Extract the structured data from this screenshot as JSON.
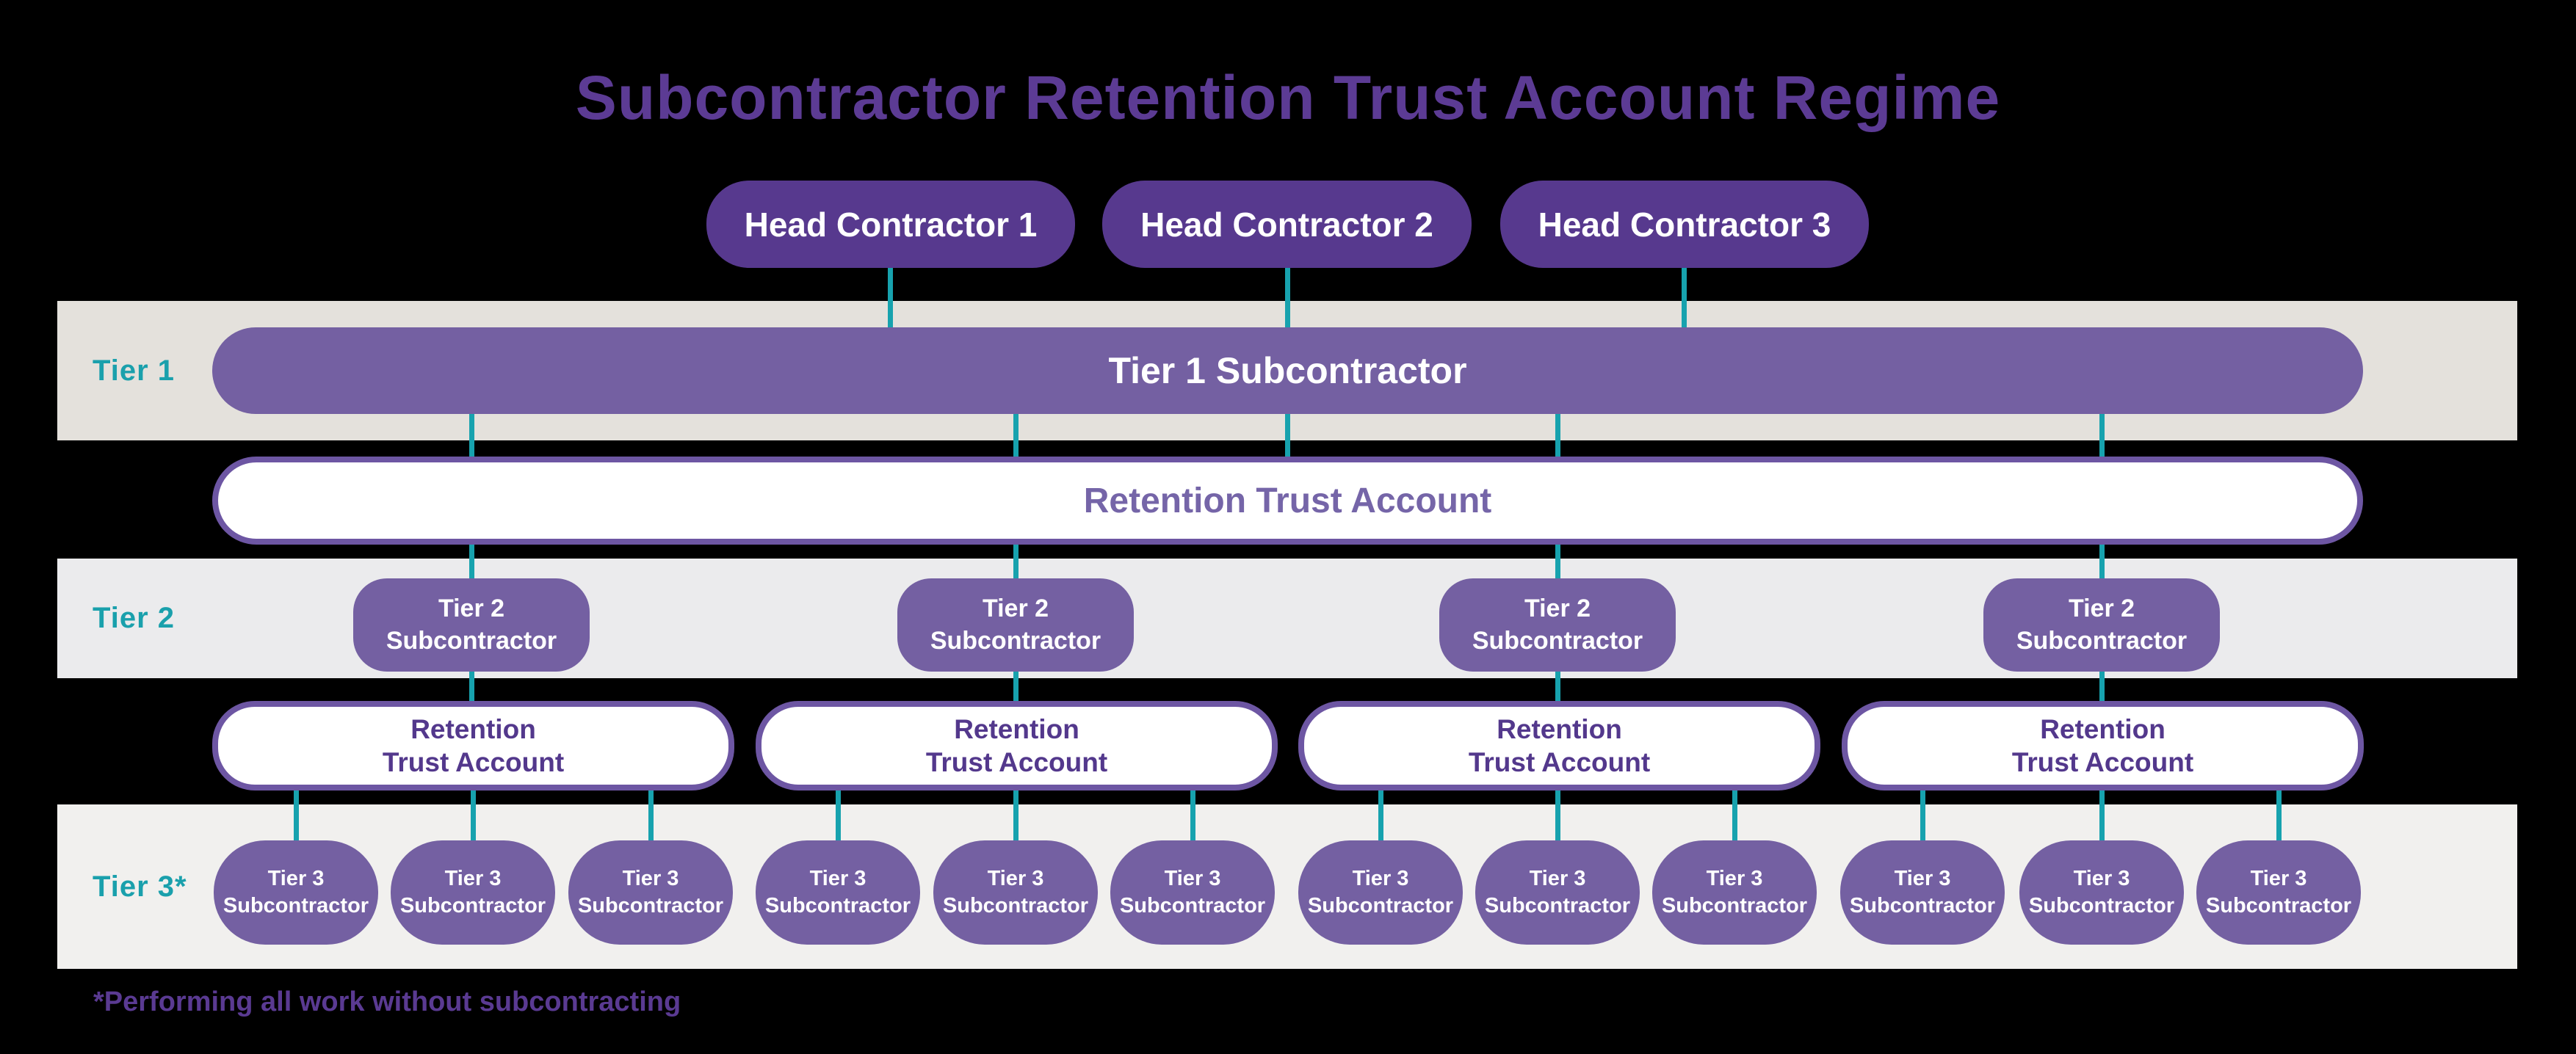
{
  "title": "Subcontractor Retention Trust Account Regime",
  "footnote": "*Performing all work without subcontracting",
  "head_contractors": [
    "Head Contractor 1",
    "Head Contractor 2",
    "Head Contractor 3"
  ],
  "tier1": {
    "band_label": "Tier 1",
    "bar_label": "Tier 1 Subcontractor",
    "trust_account": "Retention Trust Account"
  },
  "tier2": {
    "band_label": "Tier 2",
    "pills": [
      {
        "line1": "Tier 2",
        "line2": "Subcontractor"
      },
      {
        "line1": "Tier 2",
        "line2": "Subcontractor"
      },
      {
        "line1": "Tier 2",
        "line2": "Subcontractor"
      },
      {
        "line1": "Tier 2",
        "line2": "Subcontractor"
      }
    ],
    "trust_accounts": [
      {
        "line1": "Retention",
        "line2": "Trust Account"
      },
      {
        "line1": "Retention",
        "line2": "Trust Account"
      },
      {
        "line1": "Retention",
        "line2": "Trust Account"
      },
      {
        "line1": "Retention",
        "line2": "Trust Account"
      }
    ]
  },
  "tier3": {
    "band_label": "Tier 3*",
    "pills": [
      {
        "line1": "Tier 3",
        "line2": "Subcontractor"
      },
      {
        "line1": "Tier 3",
        "line2": "Subcontractor"
      },
      {
        "line1": "Tier 3",
        "line2": "Subcontractor"
      },
      {
        "line1": "Tier 3",
        "line2": "Subcontractor"
      },
      {
        "line1": "Tier 3",
        "line2": "Subcontractor"
      },
      {
        "line1": "Tier 3",
        "line2": "Subcontractor"
      },
      {
        "line1": "Tier 3",
        "line2": "Subcontractor"
      },
      {
        "line1": "Tier 3",
        "line2": "Subcontractor"
      },
      {
        "line1": "Tier 3",
        "line2": "Subcontractor"
      },
      {
        "line1": "Tier 3",
        "line2": "Subcontractor"
      },
      {
        "line1": "Tier 3",
        "line2": "Subcontractor"
      },
      {
        "line1": "Tier 3",
        "line2": "Subcontractor"
      }
    ]
  },
  "colors": {
    "background": "#000000",
    "purple_dark": "#57398e",
    "purple_mid": "#7460a2",
    "purple_border": "#6d56a3",
    "purple_title": "#5c3b94",
    "purple_rta_text_large": "#7565a8",
    "purple_rta_text_small": "#53388c",
    "teal": "#17a2ae",
    "band_tier1": "#e4e1dc",
    "band_tier2": "#ebebed",
    "band_tier3": "#f1f0ee",
    "white": "#ffffff"
  }
}
